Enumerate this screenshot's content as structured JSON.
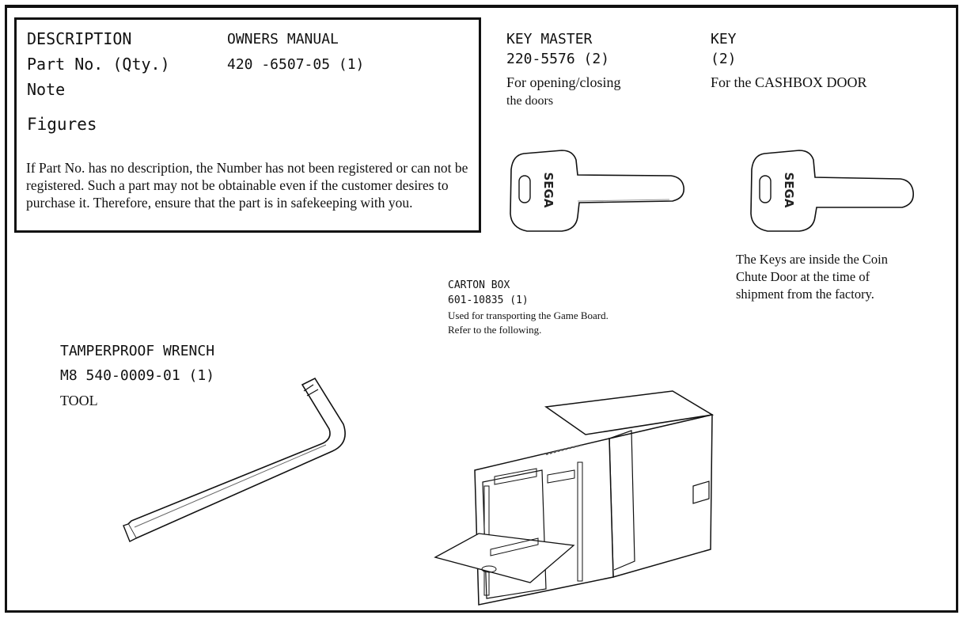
{
  "legend": {
    "description_label": "DESCRIPTION",
    "description_value": "OWNERS MANUAL",
    "part_label": "Part No. (Qty.)",
    "part_value": "420 -6507-05 (1)",
    "note_label": "Note",
    "figures_label": "Figures",
    "note_text": "If Part No. has no description, the Number has not been registered or can not be registered. Such a part may not be obtainable even if the customer desires to purchase it. Therefore, ensure that the part is in safekeeping with you."
  },
  "key_master": {
    "name": "KEY MASTER",
    "part": "220-5576 (2)",
    "note_line1": "For opening/closing",
    "note_line2": "the doors"
  },
  "key": {
    "name": "KEY",
    "qty": "(2)",
    "note": "For the CASHBOX DOOR",
    "caption_line1": "The Keys are inside the Coin",
    "caption_line2": "Chute Door at the time of",
    "caption_line3": "shipment from the factory."
  },
  "key_brand": "SEGA",
  "carton": {
    "name": "CARTON BOX",
    "part": "601-10835 (1)",
    "note_line1": "Used for transporting the Game Board.",
    "note_line2": "Refer to the following."
  },
  "wrench": {
    "name": "TAMPERPROOF WRENCH",
    "part": "M8  540-0009-01 (1)",
    "category": "TOOL"
  }
}
